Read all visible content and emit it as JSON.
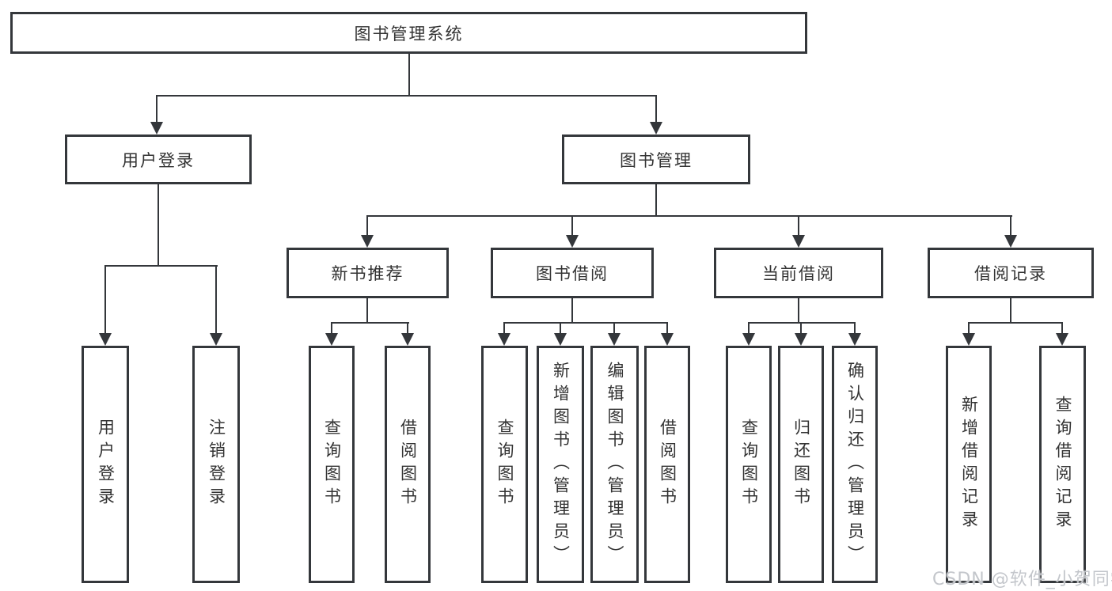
{
  "diagram": {
    "type": "hierarchy-tree",
    "colors": {
      "line": "#34373b",
      "text": "#333333",
      "background": "#ffffff",
      "watermark": "#c3c6cb"
    },
    "tree": {
      "label": "图书管理系统",
      "children": [
        {
          "label": "用户登录",
          "children": [
            {
              "label": "用户登录"
            },
            {
              "label": "注销登录"
            }
          ]
        },
        {
          "label": "图书管理",
          "children": [
            {
              "label": "新书推荐",
              "children": [
                {
                  "label": "查询图书"
                },
                {
                  "label": "借阅图书"
                }
              ]
            },
            {
              "label": "图书借阅",
              "children": [
                {
                  "label": "查询图书"
                },
                {
                  "label": "新增图书（管理员）"
                },
                {
                  "label": "编辑图书（管理员）"
                },
                {
                  "label": "借阅图书"
                }
              ]
            },
            {
              "label": "当前借阅",
              "children": [
                {
                  "label": "查询图书"
                },
                {
                  "label": "归还图书"
                },
                {
                  "label": "确认归还（管理员）"
                }
              ]
            },
            {
              "label": "借阅记录",
              "children": [
                {
                  "label": "新增借阅记录"
                },
                {
                  "label": "查询借阅记录"
                }
              ]
            }
          ]
        }
      ]
    },
    "watermark": {
      "text": "CSDN @软件_小贺同学"
    }
  }
}
